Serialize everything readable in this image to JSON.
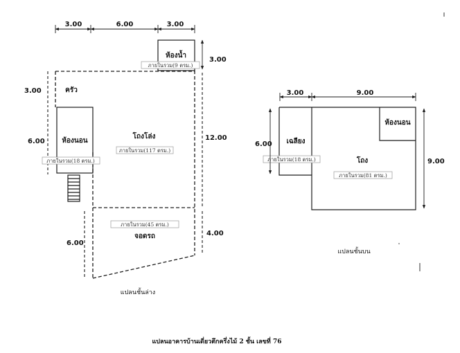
{
  "ground_floor": {
    "dims": {
      "top_left": "3.00",
      "top_mid": "6.00",
      "top_right": "3.00",
      "bath_h": "3.00",
      "kitchen_h": "3.00",
      "bedroom_h": "6.00",
      "main_h": "12.00",
      "garage_right_h": "4.00",
      "garage_left_h": "6.00"
    },
    "rooms": {
      "bathroom": "ห้องน้ำ",
      "kitchen": "ครัว",
      "bedroom": "ห้องนอน",
      "living_hall": "โถงโล่ง",
      "garage": "จอดรถ"
    },
    "areas": {
      "bathroom": "ภายในรวม(9 ตรม.)",
      "bedroom": "ภายในรวม(18 ตรม.)",
      "living_hall": "ภายในรวม(117 ตรม.)",
      "garage": "ภายในรวม(45 ตรม.)"
    },
    "caption": "แปลนชั้นล่าง"
  },
  "upper_floor": {
    "dims": {
      "top_left": "3.00",
      "top_right": "9.00",
      "left_h": "6.00",
      "right_h": "9.00"
    },
    "rooms": {
      "bedroom": "ห้องนอน",
      "veranda": "เฉลียง",
      "hall": "โถง"
    },
    "areas": {
      "veranda": "ภายในรวม(18 ตรม.)",
      "hall": "ภายในรวม(81 ตรม.)"
    },
    "caption": "แปลนชั้นบน"
  },
  "footer_caption": "แปลนอาคารบ้านเดี่ยวตึกครึ่งไม้ 2 ชั้น เลขที่ 76"
}
